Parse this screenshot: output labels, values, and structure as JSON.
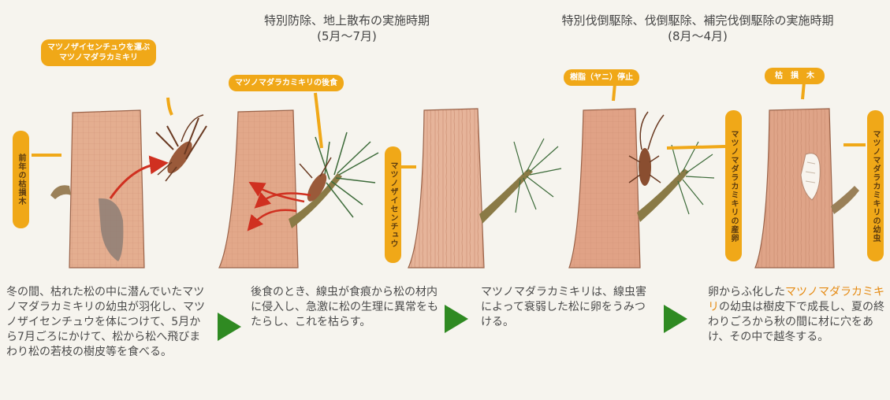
{
  "headers": {
    "h1_line1": "特別防除、地上散布の実施時期",
    "h1_line2": "(5月～7月)",
    "h2_line1": "特別伐倒駆除、伐倒駆除、補完伐倒駆除の実施時期",
    "h2_line2": "(8月～4月)"
  },
  "labels": {
    "p1_tag_top_line1": "マツノザイセンチュウを運ぶ",
    "p1_tag_top_line2": "マツノマダラカミキリ",
    "p1_tag_side": "前年の枯損木",
    "p2_tag_top": "マツノマダラカミキリの後食",
    "p3_tag_side": "マツノザイセンチュウ",
    "p4_tag_top": "樹脂（ヤニ）停止",
    "p4_tag_side": "マツノマダラカミキリの産卵",
    "p5_tag_top": "枯　損　木",
    "p5_tag_side": "マツノマダラカミキリの幼虫"
  },
  "descriptions": {
    "d1_a": "冬の間、枯れた松の中に潜んでいたマツノマダラカミキリの幼虫が羽化し、マツノザイセンチュウを体につけて、5月から7月ごろにかけて、松から松へ飛びまわり松の若枝の樹皮等を食べる。",
    "d2_a": "後食のとき、線虫が食痕から松の材内に侵入し、急激に松の生理に異常をもたらし、これを枯らす。",
    "d3_a": "マツノマダラカミキリは、線虫害によって衰弱した松に卵をうみつける。",
    "d4_a": "卵からふ化した",
    "d4_hl": "マツノマダラカミキリ",
    "d4_b": "の幼虫は樹皮下で成長し、夏の終わりごろから秋の間に材に穴をあけ、その中で越冬する。"
  },
  "colors": {
    "tag": "#f0a818",
    "bark": "#e2a88a",
    "bark_dark": "#c98a6e",
    "branch": "#7a6a40",
    "needle": "#3d6b3a",
    "flow_arrow": "#2f8a22",
    "feeding_arrow": "#d03020"
  }
}
